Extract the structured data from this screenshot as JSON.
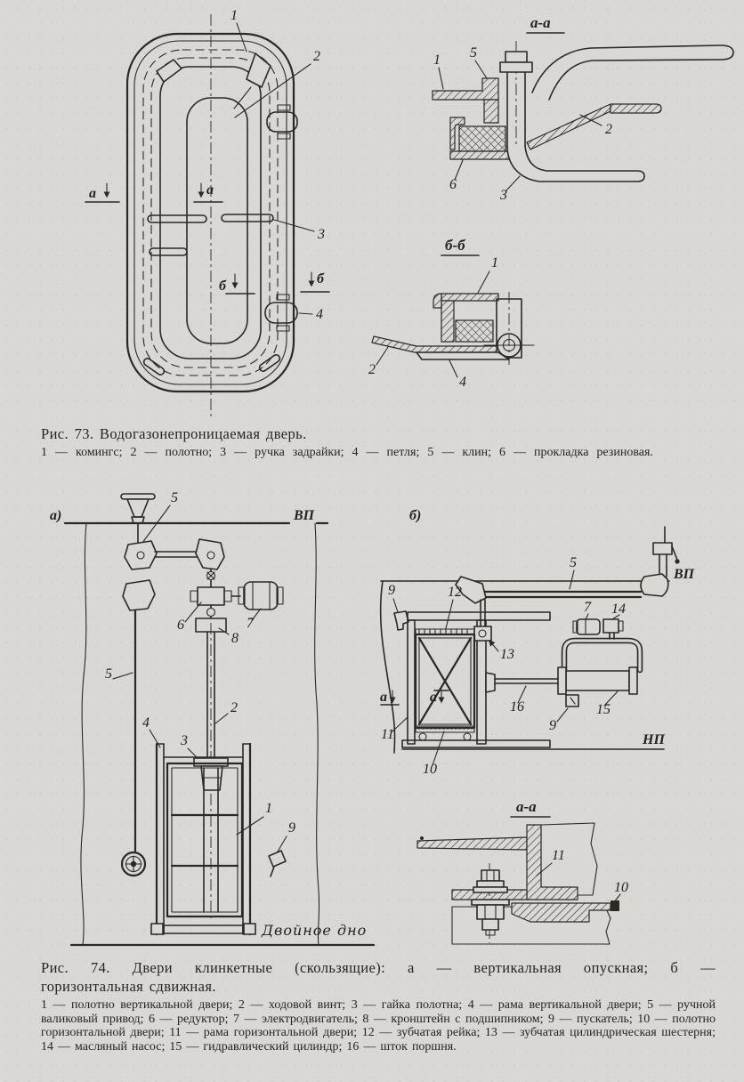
{
  "page": {
    "paper_color": "#d9d8d4",
    "ink_color": "#2b2924"
  },
  "fig73": {
    "caption": "Рис. 73. Водогазонепроницаемая дверь.",
    "legend_items": [
      "1 — комингс",
      "2 — полотно",
      "3 — ручка задрайки",
      "4 — петля",
      "5 — клин",
      "6 — прокладка резиновая."
    ],
    "front": {
      "c1": "1",
      "c2": "2",
      "c3": "3",
      "c4": "4",
      "mark_a_left": "а",
      "mark_a_center": "а",
      "mark_b_center": "б",
      "mark_b_right": "б"
    },
    "section_aa": {
      "title": "а-а",
      "c1": "1",
      "c5": "5",
      "c2": "2",
      "c6": "6",
      "c3": "3"
    },
    "section_bb": {
      "title": "б-б",
      "c1": "1",
      "c2": "2",
      "c4": "4"
    }
  },
  "fig74": {
    "caption_line1": "Рис. 74. Двери клинкетные (скользящие): а — вертикальная опускная; б —",
    "caption_line2": "горизонтальная сдвижная.",
    "legend_items": [
      "1 — полотно вертикальной двери",
      "2 — ходовой винт",
      "3 — гайка полотна",
      "4 — рама вертикальной двери",
      "5 — ручной валиковый привод",
      "6 — редуктор",
      "7 — электродвигатель",
      "8 — кронштейн с подшипником",
      "9 — пускатель",
      "10 — полотно горизонтальной двери",
      "11 — рама горизонтальной двери",
      "12 — зубчатая рейка",
      "13 — зубчатая цилиндрическая шестерня",
      "14 — масляный насос",
      "15 — гидравлический цилиндр",
      "16 — шток поршня."
    ],
    "view_a": {
      "label": "а)",
      "deck": "ВП",
      "double_bottom": "Двойное дно",
      "c5_top": "5",
      "c6": "6",
      "c7": "7",
      "c8": "8",
      "c5_rod": "5",
      "c2": "2",
      "c4": "4",
      "c3": "3",
      "c1": "1",
      "c9": "9"
    },
    "view_b": {
      "label": "б)",
      "deck": "ВП",
      "lower_deck": "НП",
      "c9_top": "9",
      "c12": "12",
      "c5": "5",
      "c7": "7",
      "c14": "14",
      "c13": "13",
      "c16": "16",
      "c15": "15",
      "c9_bottom": "9",
      "c11": "11",
      "c10": "10",
      "mark_a_left": "а",
      "mark_a_right": "а"
    },
    "section_aa": {
      "title": "а-а",
      "c11": "11",
      "c10": "10"
    }
  }
}
